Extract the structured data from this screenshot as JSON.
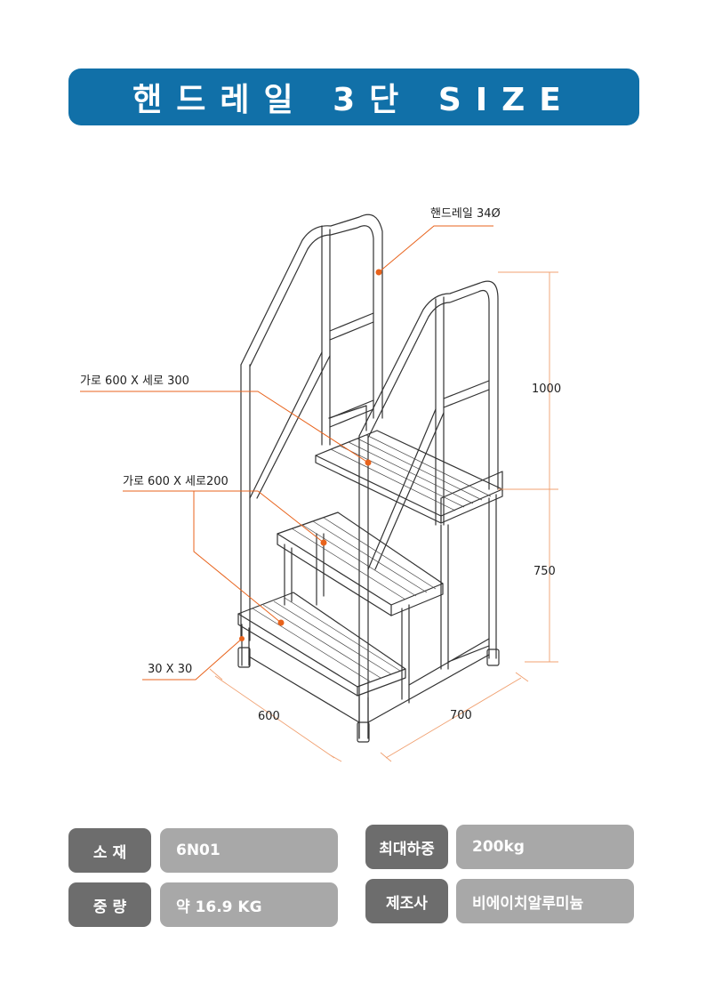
{
  "title": "핸드레일 3단 SIZE",
  "annotations": {
    "handrail": "핸드레일 34Ø",
    "top_step": "가로 600 X 세로 300",
    "mid_step": "가로 600 X 세로200",
    "leg": "30 X 30"
  },
  "dimensions": {
    "handrail_height": "1000",
    "platform_height": "750",
    "width": "600",
    "depth": "700"
  },
  "specs": [
    {
      "label": "소 재",
      "value": "6N01"
    },
    {
      "label": "중 량",
      "value": "약 16.9 KG"
    },
    {
      "label": "최대하중",
      "value": "200kg"
    },
    {
      "label": "제조사",
      "value": "비에이치알루미늄"
    }
  ],
  "colors": {
    "banner": "#1170a8",
    "leader": "#e8631c",
    "dim_line": "#f0a070",
    "spec_label_bg": "#6d6d6d",
    "spec_value_bg": "#a8a8a8"
  }
}
